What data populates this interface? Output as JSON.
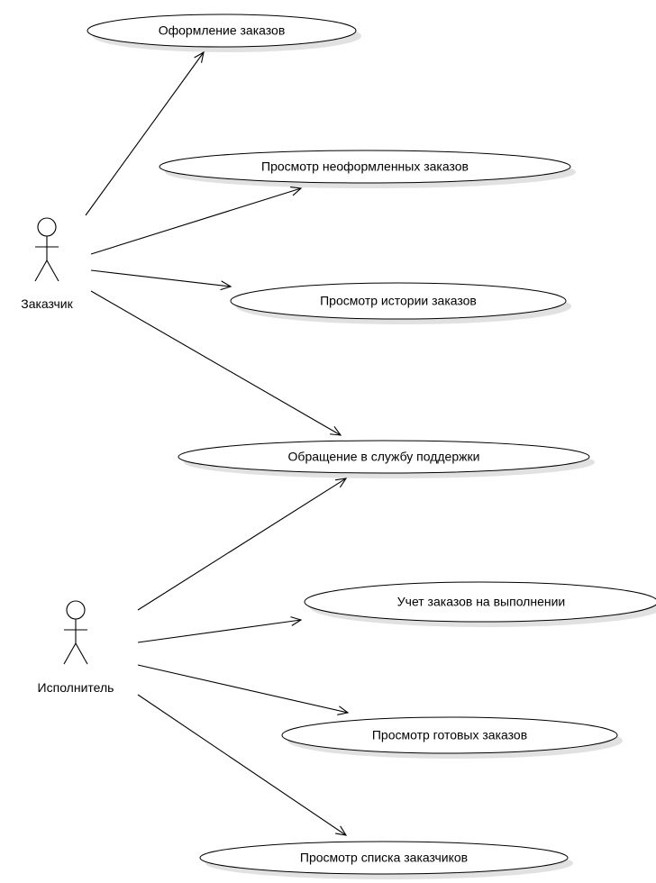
{
  "actors": [
    {
      "id": "customer",
      "label": "Заказчик"
    },
    {
      "id": "executor",
      "label": "Исполнитель"
    }
  ],
  "use_cases": [
    {
      "id": "uc1",
      "label": "Оформление заказов"
    },
    {
      "id": "uc2",
      "label": "Просмотр неоформленных заказов"
    },
    {
      "id": "uc3",
      "label": "Просмотр истории заказов"
    },
    {
      "id": "uc4",
      "label": "Обращение в службу поддержки"
    },
    {
      "id": "uc5",
      "label": "Учет заказов на выполнении"
    },
    {
      "id": "uc6",
      "label": "Просмотр готовых заказов"
    },
    {
      "id": "uc7",
      "label": "Просмотр списка заказчиков"
    }
  ],
  "associations": [
    {
      "from": "customer",
      "to": "uc1"
    },
    {
      "from": "customer",
      "to": "uc2"
    },
    {
      "from": "customer",
      "to": "uc3"
    },
    {
      "from": "customer",
      "to": "uc4"
    },
    {
      "from": "executor",
      "to": "uc4"
    },
    {
      "from": "executor",
      "to": "uc5"
    },
    {
      "from": "executor",
      "to": "uc6"
    },
    {
      "from": "executor",
      "to": "uc7"
    }
  ],
  "colors": {
    "stroke": "#000000",
    "fill": "#ffffff",
    "shadow": "#c8c8c8"
  }
}
